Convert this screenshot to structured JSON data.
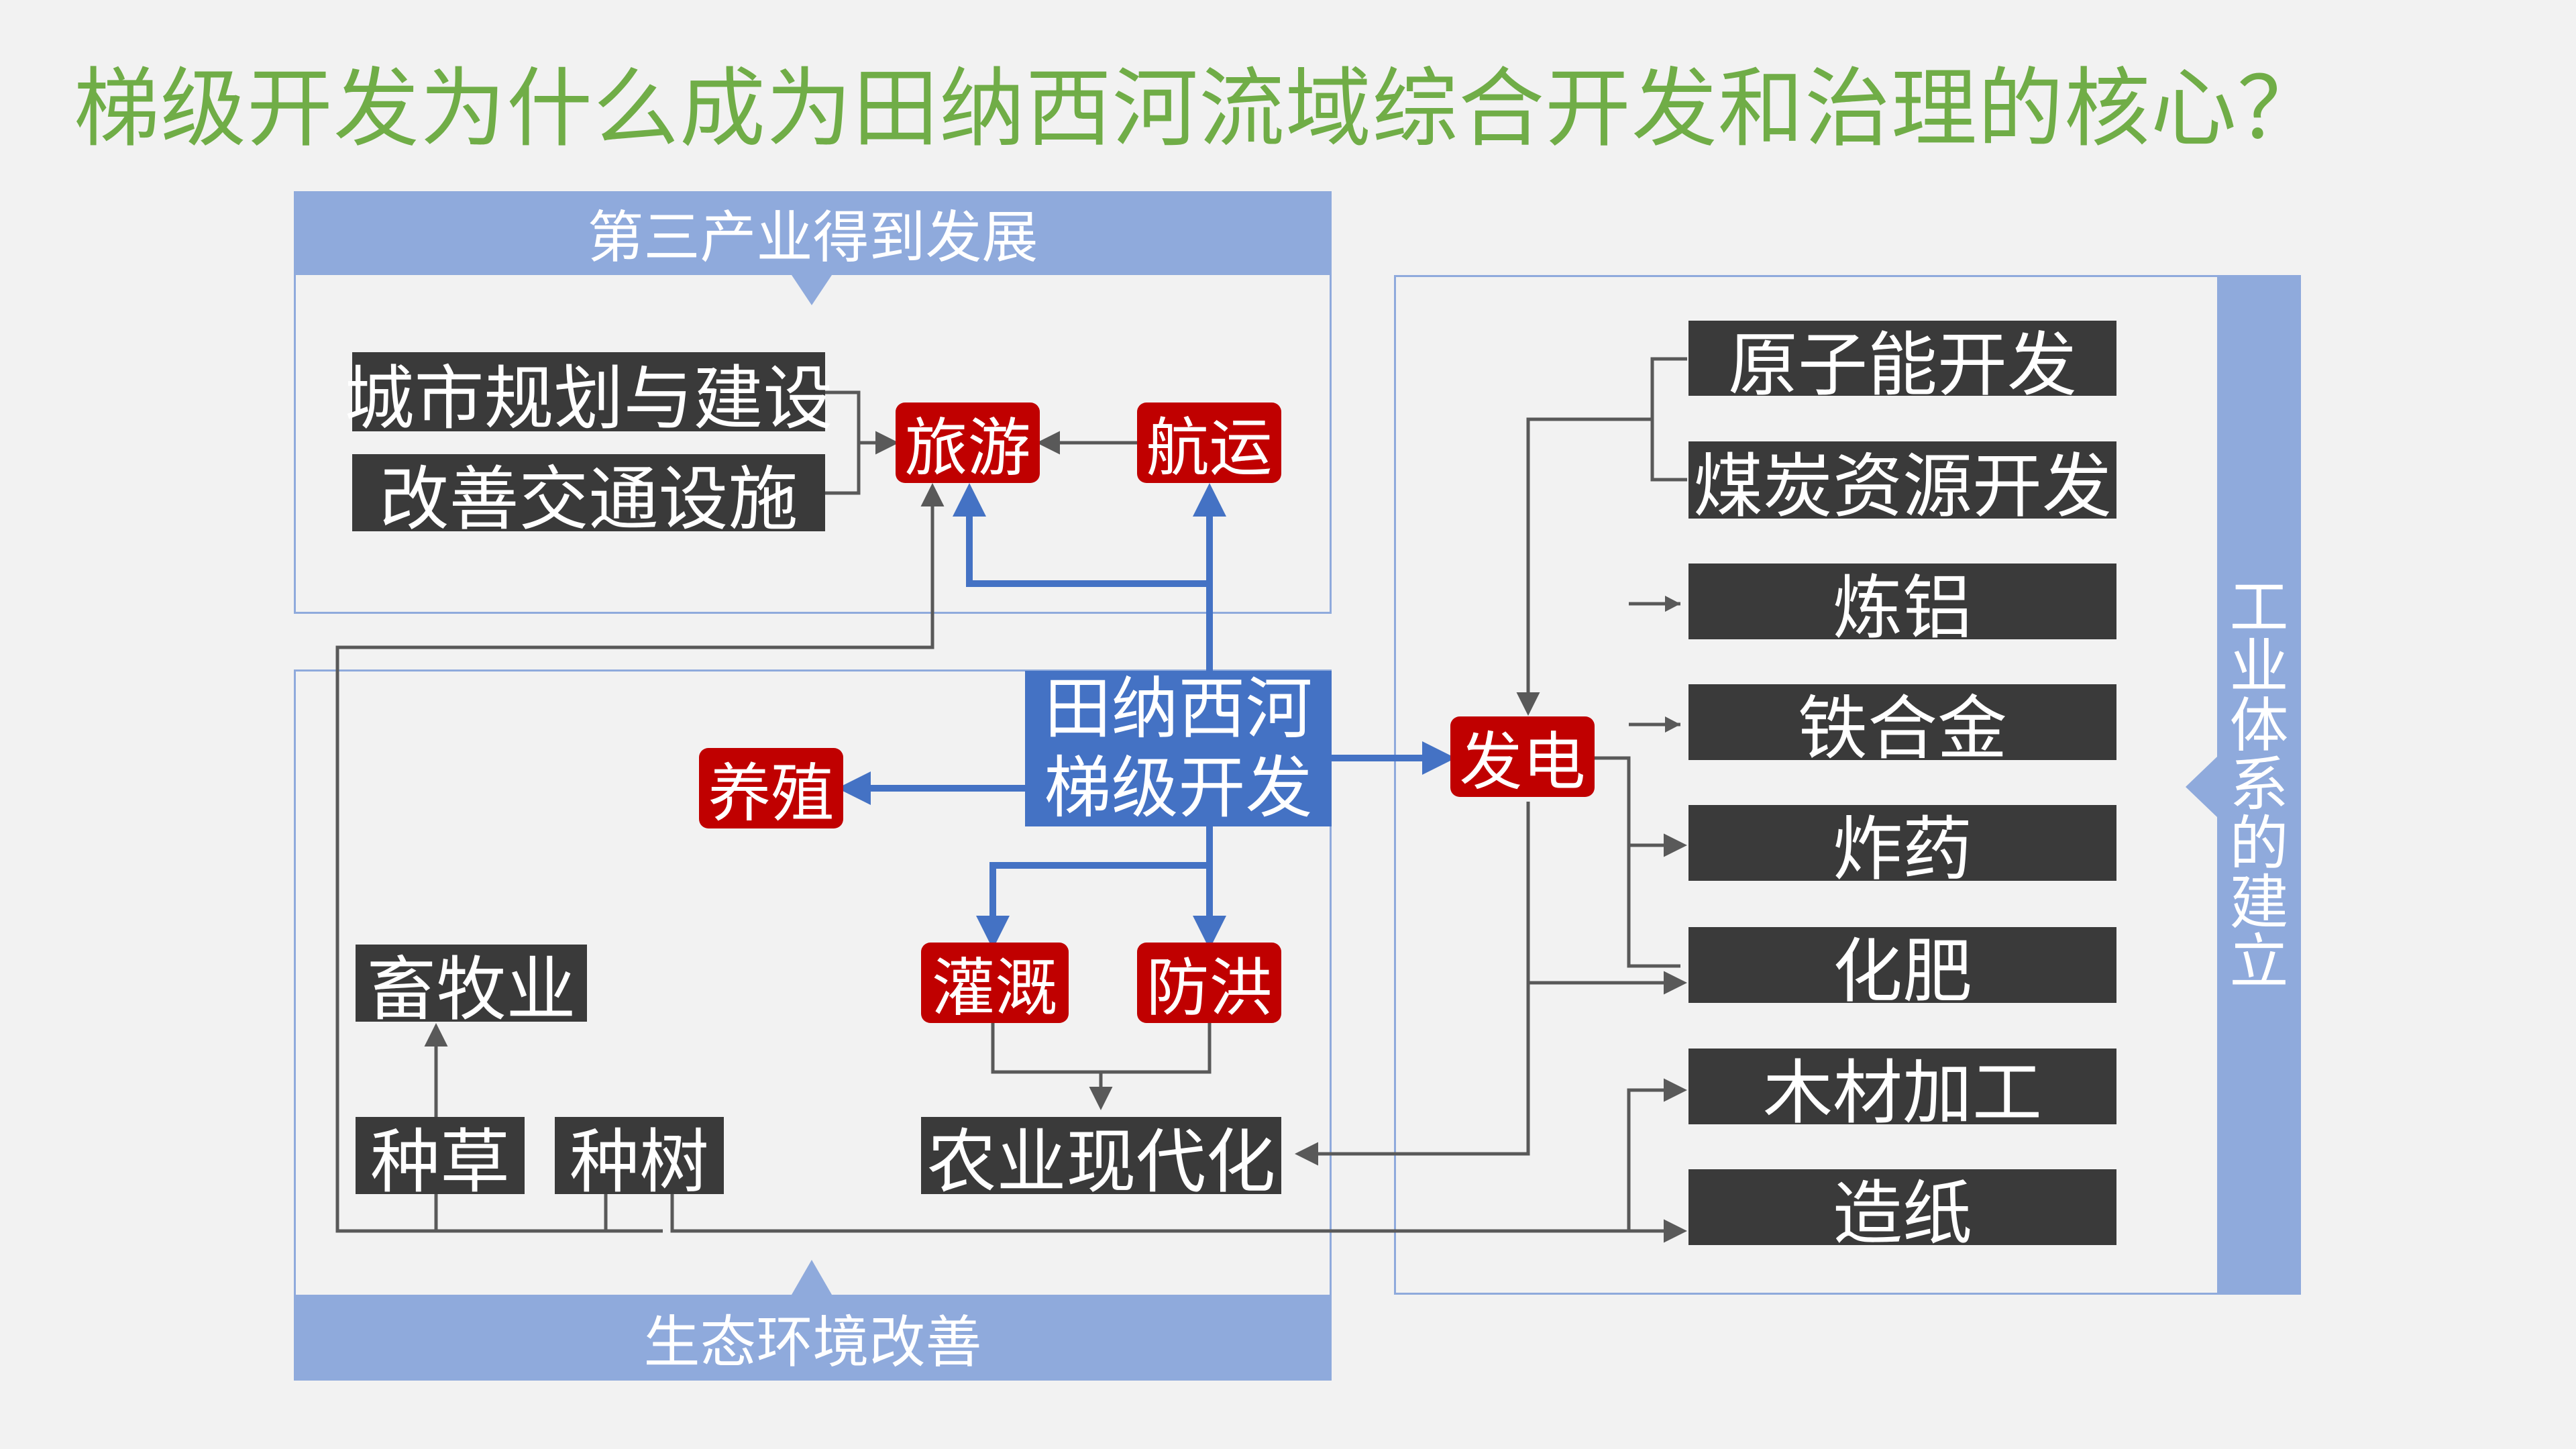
{
  "title": "梯级开发为什么成为田纳西河流域综合开发和治理的核心？",
  "tertiary": {
    "band_label": "第三产业得到发展"
  },
  "eco": {
    "band_label": "生态环境改善"
  },
  "industry": {
    "band_label": [
      "工",
      "业",
      "体",
      "系",
      "的",
      "建",
      "立"
    ]
  },
  "center": {
    "line1": "田纳西河",
    "line2": "梯级开发"
  },
  "red_nodes": {
    "tourism": "旅游",
    "shipping": "航运",
    "aquaculture": "养殖",
    "irrigation": "灌溉",
    "flood_control": "防洪",
    "power": "发电"
  },
  "dark_nodes": {
    "urban_planning": "城市规划与建设",
    "traffic": "改善交通设施",
    "livestock": "畜牧业",
    "grass": "种草",
    "trees": "种树",
    "agri_modern": "农业现代化",
    "nuclear": "原子能开发",
    "coal": "煤炭资源开发",
    "aluminum": "炼铝",
    "ferroalloy": "铁合金",
    "explosives": "炸药",
    "fertilizer": "化肥",
    "wood": "木材加工",
    "paper": "造纸"
  },
  "colors": {
    "background": "#f2f2f2",
    "title": "#70ad47",
    "band": "#8faadc",
    "center": "#4472c4",
    "red_node": "#c00000",
    "dark_node": "#3a3a3a",
    "blue_arrow": "#4472c4",
    "gray_line": "#595959"
  }
}
